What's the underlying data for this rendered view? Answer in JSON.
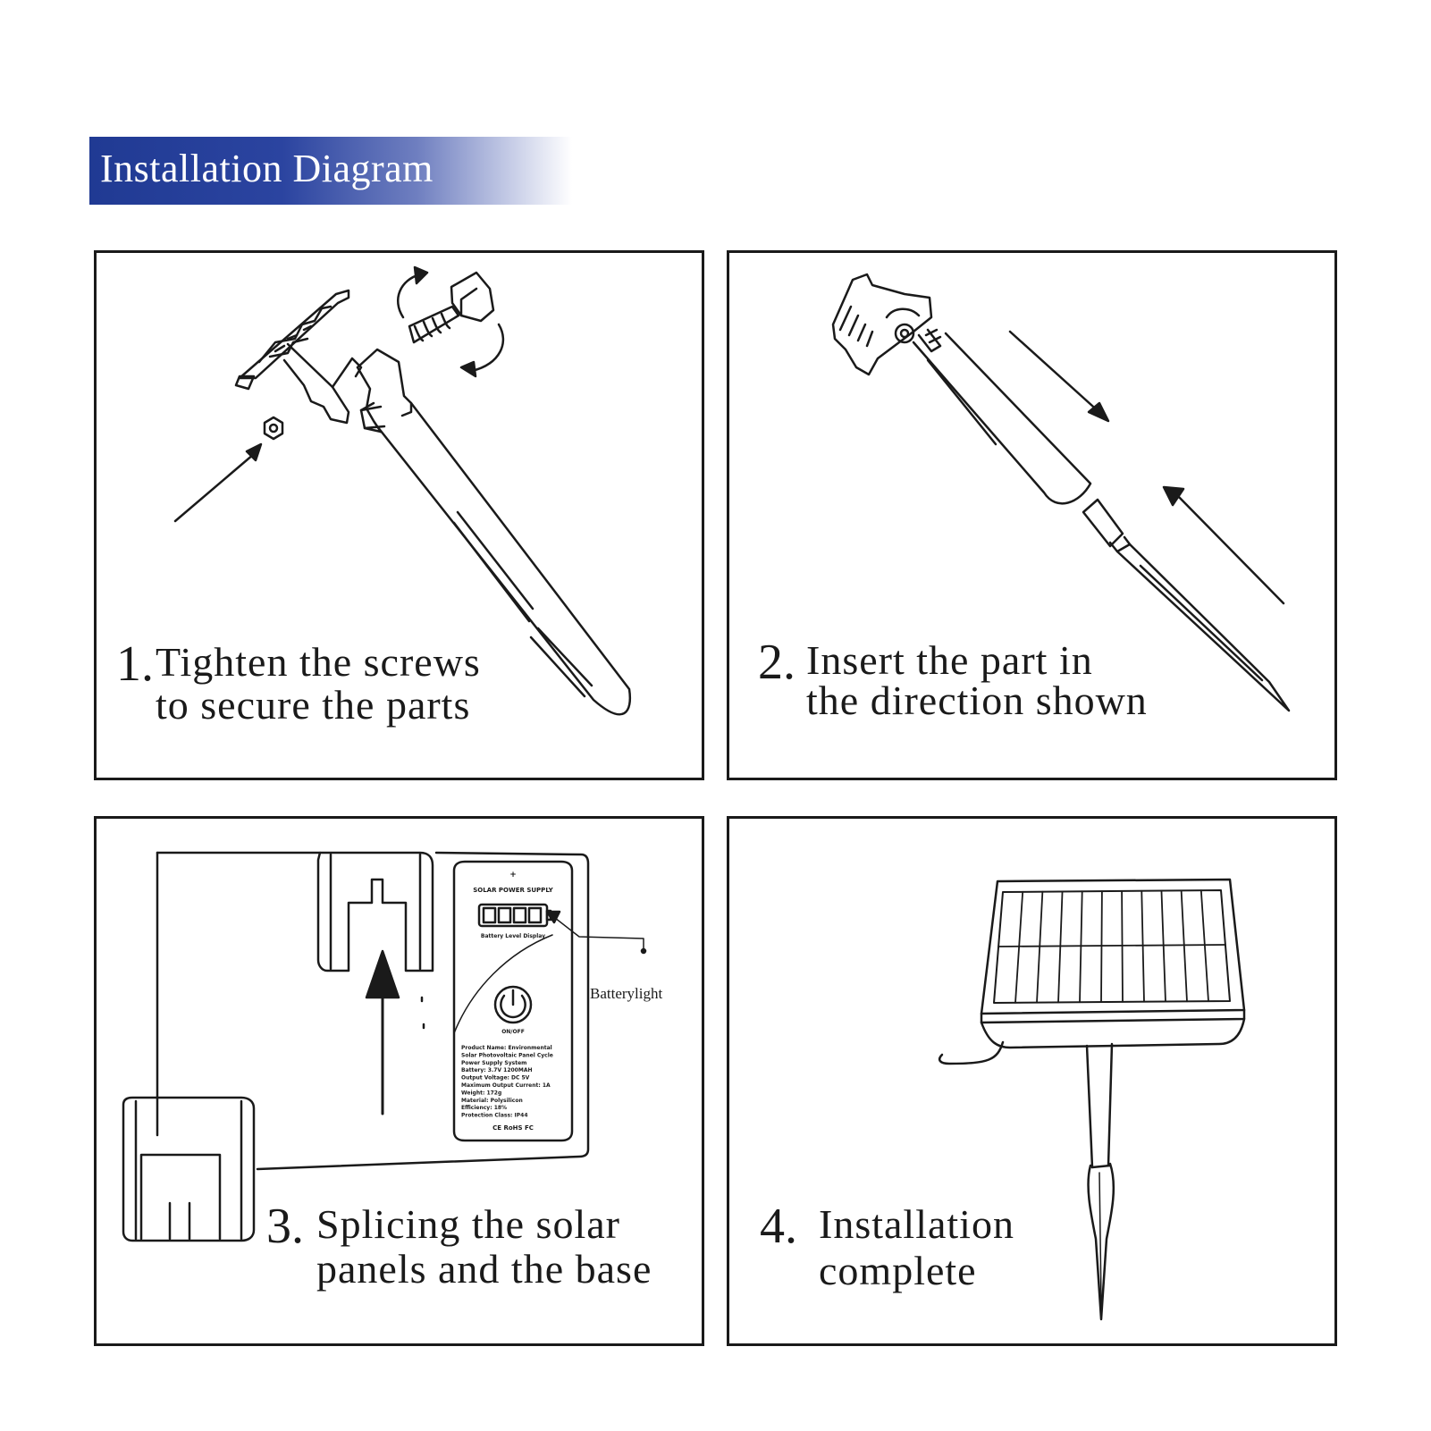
{
  "header": {
    "title": "Installation Diagram"
  },
  "steps": [
    {
      "number": "1.",
      "line1": "Tighten the screws",
      "line2": "to secure the parts"
    },
    {
      "number": "2.",
      "line1": "Insert the part in",
      "line2": "the direction shown"
    },
    {
      "number": "3.",
      "line1": "Splicing the solar",
      "line2": "panels and the base"
    },
    {
      "number": "4.",
      "line1": "Installation",
      "line2": "complete"
    }
  ],
  "callouts": {
    "battery_light": "Batterylight"
  },
  "label_card": {
    "brand": "SOLAR POWER SUPPLY",
    "battery_level": "Battery Level Display",
    "switch": "ON/OFF",
    "specs": [
      "Product Name: Environmental",
      "Solar Photovoltaic Panel Cycle",
      "Power Supply System",
      "Battery: 3.7V 1200MAH",
      "Output Voltage: DC 5V",
      "Maximum Output Current: 1A",
      "Weight: 172g",
      "Material: Polysilicon",
      "Efficiency: 18%",
      "Protection Class: IP44"
    ],
    "marks": "CE RoHS FC"
  },
  "colors": {
    "banner": "#203a93",
    "stroke": "#1a1a1a"
  }
}
